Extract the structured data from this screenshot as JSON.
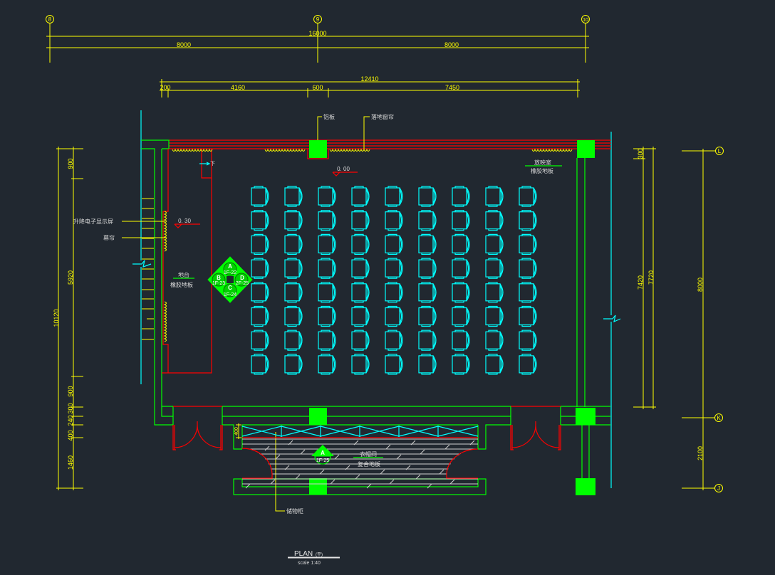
{
  "drawing": {
    "title": "PLAN",
    "title_suffix": "(平)",
    "scale": "scale 1:40"
  },
  "axes": {
    "top": [
      "8",
      "9",
      "10"
    ],
    "right": [
      "L",
      "K",
      "J"
    ]
  },
  "dimensions": {
    "top_overall": "16000",
    "top_spans": [
      "8000",
      "8000"
    ],
    "inner_overall": "12410",
    "inner_spans": [
      "200",
      "4160",
      "600",
      "7450"
    ],
    "left_overall": "10120",
    "left_spans": [
      "900",
      "5920",
      "900",
      "300",
      "240",
      "400",
      "1460"
    ],
    "right_spans": [
      "300",
      "7420",
      "7720"
    ],
    "right_axis_spans": [
      "8000",
      "2100"
    ],
    "cabinet_depth": "400"
  },
  "labels": {
    "aluminum_panel": "铝板",
    "floor_curtain": "落地窗帘",
    "lift_screen": "升降电子显示屏",
    "stage_curtain": "幕帘",
    "projection_room": "放映室",
    "projection_room_floor": "橡胶地板",
    "stage": "地台",
    "stage_floor": "橡胶地板",
    "cloakroom": "衣帽间",
    "cloakroom_floor": "复合地板",
    "storage_cabinet": "储物柜",
    "down_arrow": "下"
  },
  "levels": {
    "main_floor": "0. 00",
    "stage": "0. 30"
  },
  "index_marker": {
    "a": {
      "letter": "A",
      "ref": "1F-22"
    },
    "b": {
      "letter": "B",
      "ref": "1F-23"
    },
    "c": {
      "letter": "C",
      "ref": "1F-24"
    },
    "d": {
      "letter": "D",
      "ref": "2F-25"
    }
  },
  "cloakroom_marker": {
    "letter": "A",
    "ref": "1F-25"
  },
  "seating": {
    "rows": 8,
    "columns": 9
  },
  "colors": {
    "background": "#212830",
    "dimension": "#ffff00",
    "wall": "#00ff00",
    "finish": "#ff0000",
    "outline": "#00ffff",
    "text": "#d8d8d8"
  }
}
